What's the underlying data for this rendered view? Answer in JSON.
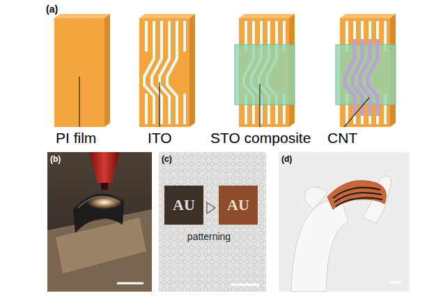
{
  "diagram": {
    "labels": [
      "(a)",
      "PI film",
      "ITO",
      "STO composite",
      "CNT",
      "(b)",
      "(c)",
      "AU",
      "AU",
      "patterning",
      "(d)"
    ]
  }
}
